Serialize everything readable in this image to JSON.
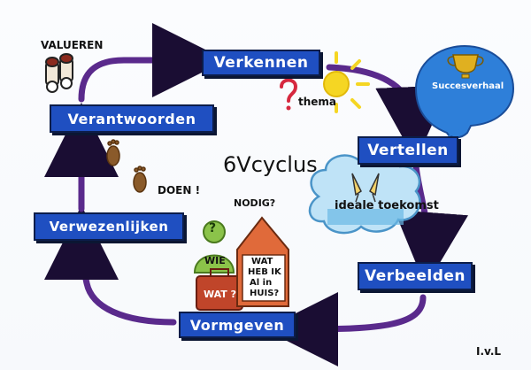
{
  "title": "6Vcyclus",
  "steps": {
    "verkennen": "Verkennen",
    "vertellen": "Vertellen",
    "verbeelden": "Verbeelden",
    "vormgeven": "Vormgeven",
    "verwezenlijken": "Verwezenlijken",
    "verantwoorden": "Verantwoorden"
  },
  "labels": {
    "valueren": "VALUEREN",
    "thema": "thema",
    "question_mark": "?",
    "succesverhaal": "Succesverhaal",
    "ideale_toekomst": "ideale toekomst",
    "doen": "DOEN !",
    "nodig": "NODIG?",
    "wie": "WIE",
    "wat": "WAT ?",
    "wat_heb_ik_line1": "WAT",
    "wat_heb_ik_line2": "HEB IK",
    "wat_heb_ik_line3": "Al in",
    "wat_heb_ik_line4": "HUIS?",
    "signature": "I.v.L"
  },
  "colors": {
    "box": "#1f4fc1",
    "arrow": "#5a2a8c",
    "sun": "#f5d623",
    "bubble": "#2e7fd9",
    "person": "#8bc34a",
    "suitcase": "#c0452a",
    "house": "#e06a3a",
    "question": "#d6283f"
  }
}
